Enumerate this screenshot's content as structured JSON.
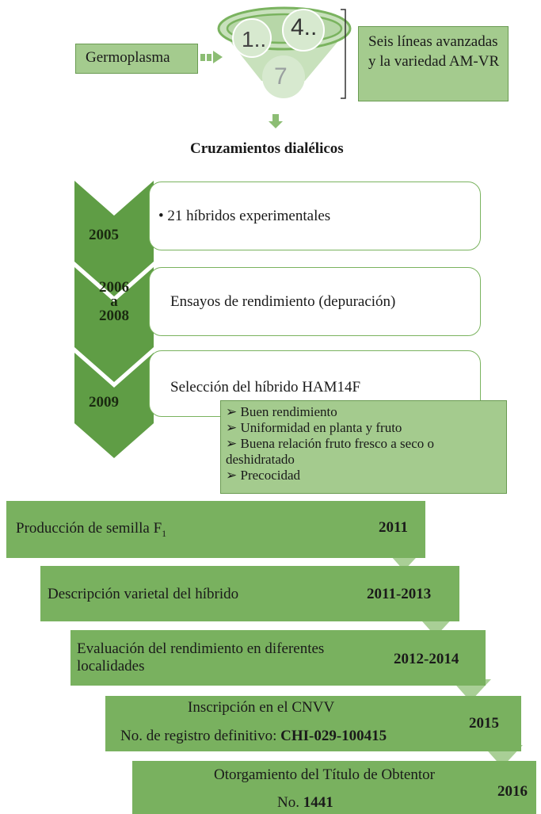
{
  "header": {
    "germplasm": "Germoplasma",
    "funnel_numbers": [
      "1..",
      "4..",
      "7"
    ],
    "lines_box": "Seis líneas avanzadas y la variedad AM-VR",
    "title": "Cruzamientos dialélicos"
  },
  "stages": [
    {
      "year": "2005",
      "text": "• 21 híbridos experimentales"
    },
    {
      "year": "2006\na\n2008",
      "text": "Ensayos de rendimiento (depuración)"
    },
    {
      "year": "2009",
      "text": "Selección del híbrido HAM14F"
    }
  ],
  "selection_criteria": [
    "➢ Buen rendimiento",
    "➢ Uniformidad en planta y fruto",
    "➢ Buena relación fruto fresco a seco o deshidratado",
    "➢ Precocidad"
  ],
  "steps": [
    {
      "text": "Producción de semilla F",
      "sub": "1",
      "year": "2011"
    },
    {
      "text": "Descripción varietal del híbrido",
      "year": "2011-2013"
    },
    {
      "text": "Evaluación del rendimiento en diferentes localidades",
      "year": "2012-2014"
    },
    {
      "text_line1": "Inscripción en el CNVV",
      "text_line2_prefix": "No. de registro definitivo: ",
      "text_line2_bold": "CHI-029-100415",
      "year": "2015"
    },
    {
      "text_line1": "Otorgamiento del Título de Obtentor",
      "text_line2_prefix": "No. ",
      "text_line2_bold": "1441",
      "year": "2016"
    }
  ],
  "colors": {
    "green": "#79b15f",
    "light_green": "#a4cb8e",
    "arrow": "#a9cf96",
    "border": "#7ab35f"
  }
}
